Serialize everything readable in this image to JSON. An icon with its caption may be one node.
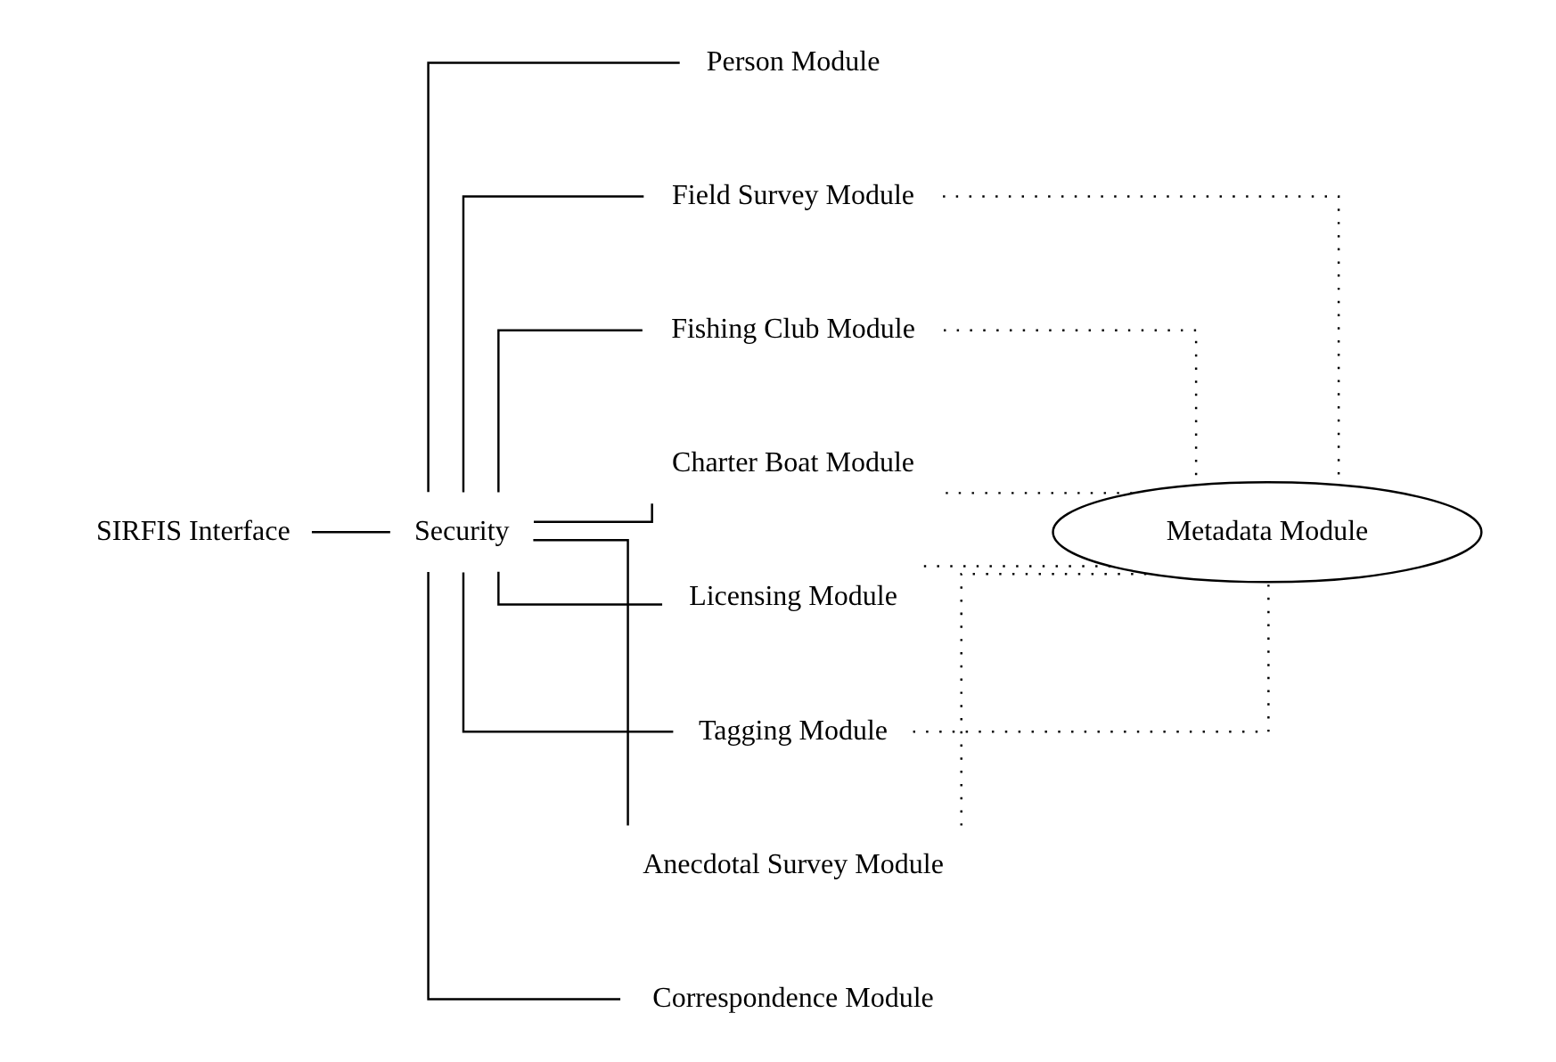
{
  "diagram": {
    "nodes": [
      {
        "text": [
          "SIRFIS Interface"
        ]
      },
      {
        "text": [
          "Security"
        ]
      },
      {
        "text": [
          "Person Module"
        ]
      },
      {
        "text": [
          "Field Survey Module"
        ]
      },
      {
        "text": [
          "Fishing Club Module"
        ]
      },
      {
        "text": [
          "Charter Boat Module"
        ]
      },
      {
        "text": [
          "Licensing Module"
        ]
      },
      {
        "text": [
          "Tagging Module"
        ]
      },
      {
        "text": [
          "Anecdotal Survey Module"
        ]
      },
      {
        "text": [
          "Correspondence Module"
        ]
      },
      {
        "text": [
          "Metadata Module"
        ]
      }
    ],
    "edges": [
      {
        "from": 0,
        "to": 1,
        "arrow": "none"
      },
      {
        "from": 1,
        "to": 2,
        "arrow": "none"
      },
      {
        "from": 1,
        "to": 3,
        "arrow": "none"
      },
      {
        "from": 1,
        "to": 4,
        "arrow": "none"
      },
      {
        "from": 1,
        "to": 5,
        "arrow": "none"
      },
      {
        "from": 1,
        "to": 6,
        "arrow": "none"
      },
      {
        "from": 1,
        "to": 7,
        "arrow": "none"
      },
      {
        "from": 1,
        "to": 8,
        "arrow": "none"
      },
      {
        "from": 1,
        "to": 9,
        "arrow": "none"
      },
      {
        "from": 3,
        "to": 10,
        "arrow": "none",
        "style": "dashed"
      },
      {
        "from": 4,
        "to": 10,
        "arrow": "none",
        "style": "dashed"
      },
      {
        "from": 5,
        "to": 10,
        "arrow": "none",
        "style": "dashed"
      },
      {
        "from": 6,
        "to": 10,
        "arrow": "none",
        "style": "dashed"
      },
      {
        "from": 7,
        "to": 10,
        "arrow": "none",
        "style": "dashed"
      },
      {
        "from": 8,
        "to": 10,
        "arrow": "none",
        "style": "dashed"
      }
    ]
  }
}
